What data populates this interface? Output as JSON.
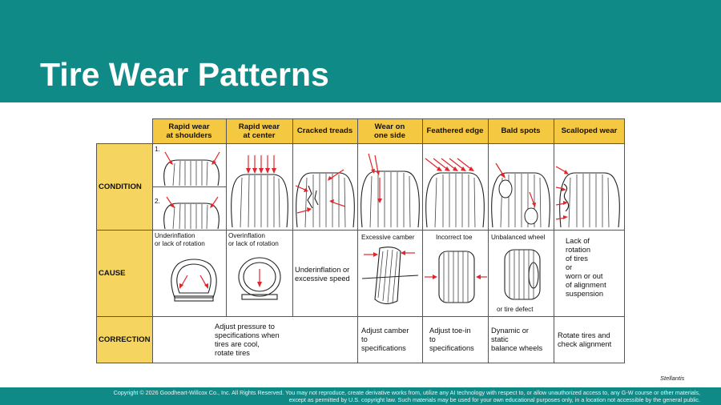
{
  "slide": {
    "title": "Tire Wear Patterns",
    "credit": "Stellantis",
    "copyright_line1": "Copyright © 2026 Goodheart-Willcox Co., Inc. All Rights Reserved. You may not reproduce, create derivative works from, utilize any AI technology with respect to, or allow unauthorized access to, any G-W course or other materials,",
    "copyright_line2": "except as permitted by U.S. copyright law. Such materials may be used for your own educational purposes only, in a location not accessible by the general public."
  },
  "colors": {
    "teal": "#0f8a87",
    "yellow": "#f5c842",
    "arrow_red": "#e0262a"
  },
  "table": {
    "row_headers": [
      "CONDITION",
      "CAUSE",
      "CORRECTION"
    ],
    "columns": [
      {
        "header_l1": "Rapid wear",
        "header_l2": "at shoulders"
      },
      {
        "header_l1": "Rapid wear",
        "header_l2": "at center"
      },
      {
        "header_l1": "Cracked treads",
        "header_l2": ""
      },
      {
        "header_l1": "Wear on",
        "header_l2": "one side"
      },
      {
        "header_l1": "Feathered edge",
        "header_l2": ""
      },
      {
        "header_l1": "Bald spots",
        "header_l2": ""
      },
      {
        "header_l1": "Scalloped wear",
        "header_l2": ""
      }
    ],
    "condition_labels": [
      "1.",
      "2."
    ],
    "causes": {
      "col1_l1": "Underinflation",
      "col1_l2": "or lack of rotation",
      "col2_l1": "Overinflation",
      "col2_l2": "or lack of rotation",
      "col3_l1": "Underinflation or",
      "col3_l2": "excessive speed",
      "col4": "Excessive camber",
      "col5": "Incorrect toe",
      "col6_top": "Unbalanced wheel",
      "col6_bottom": "or tire defect",
      "col7": [
        "Lack of",
        "rotation",
        "of tires",
        "or",
        "worn or out",
        "of alignment",
        "suspension"
      ]
    },
    "corrections": {
      "col123": [
        "Adjust pressure to",
        "specifications when",
        "tires are cool,",
        "rotate tires"
      ],
      "col4": [
        "Adjust camber",
        "to",
        "specifications"
      ],
      "col5": [
        "Adjust toe-in",
        "to",
        "specifications"
      ],
      "col6": [
        "Dynamic or",
        "static",
        "balance wheels"
      ],
      "col7": [
        "Rotate tires and",
        "check alignment"
      ]
    }
  }
}
